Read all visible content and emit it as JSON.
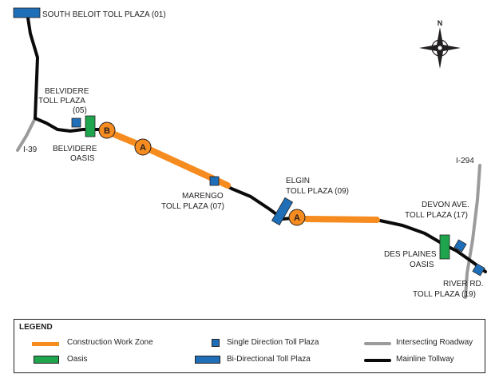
{
  "colors": {
    "mainline": "#0a0a0a",
    "construction": "#f68b1f",
    "intersecting": "#9b9b9b",
    "oasis": "#1fa54d",
    "toll_plaza": "#1f6fb8",
    "outline": "#231f20"
  },
  "compass": {
    "north_label": "N"
  },
  "toll_plazas": {
    "south_beloit": "SOUTH BELOIT TOLL PLAZA (01)",
    "belvidere_1": "BELVIDERE",
    "belvidere_2": "TOLL PLAZA",
    "belvidere_3": "(05)",
    "marengo_1": "MARENGO",
    "marengo_2": "TOLL PLAZA (07)",
    "elgin_1": "ELGIN",
    "elgin_2": "TOLL PLAZA (09)",
    "devon_1": "DEVON AVE.",
    "devon_2": "TOLL PLAZA (17)",
    "river_1": "RIVER RD.",
    "river_2": "TOLL PLAZA (19)"
  },
  "oases": {
    "belvidere_1": "BELVIDERE",
    "belvidere_2": "OASIS",
    "des_plaines_1": "DES PLAINES",
    "des_plaines_2": "OASIS"
  },
  "roads": {
    "i39": "I-39",
    "i294": "I-294"
  },
  "zone_markers": {
    "b": "B",
    "a1": "A",
    "a2": "A"
  },
  "legend": {
    "title": "LEGEND",
    "items": [
      {
        "label": "Construction Work Zone"
      },
      {
        "label": "Oasis"
      },
      {
        "label": "Single Direction Toll Plaza"
      },
      {
        "label": "Bi-Directional Toll Plaza"
      },
      {
        "label": "Intersecting Roadway"
      },
      {
        "label": "Mainline Tollway"
      }
    ]
  }
}
